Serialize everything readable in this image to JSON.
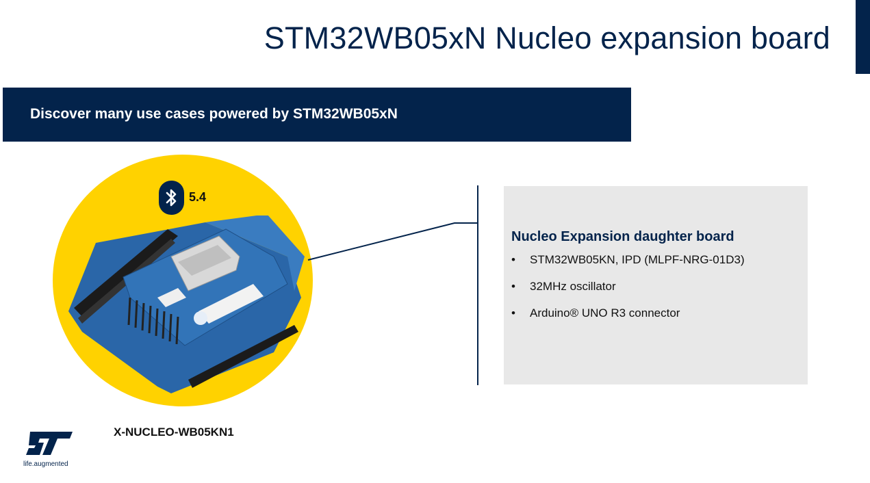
{
  "colors": {
    "navy": "#03234b",
    "yellow": "#ffd200",
    "box_grey": "#e8e8e8",
    "pcb_blue": "#2f6fb0",
    "line": "#03234b"
  },
  "header": {
    "title": "STM32WB05xN Nucleo expansion board"
  },
  "banner": {
    "text": "Discover many use cases powered by STM32WB05xN"
  },
  "illustration": {
    "bluetooth_icon": "bluetooth-icon",
    "bluetooth_version": "5.4",
    "board_icon": "expansion-board-image",
    "caption": "X-NUCLEO-WB05KN1"
  },
  "info_box": {
    "heading": "Nucleo Expansion daughter board",
    "items": [
      "STM32WB05KN, IPD (MLPF-NRG-01D3)",
      "32MHz oscillator",
      "Arduino® UNO R3 connector"
    ]
  },
  "footer": {
    "logo_icon": "st-logo-icon",
    "tagline": "life.augmented"
  }
}
